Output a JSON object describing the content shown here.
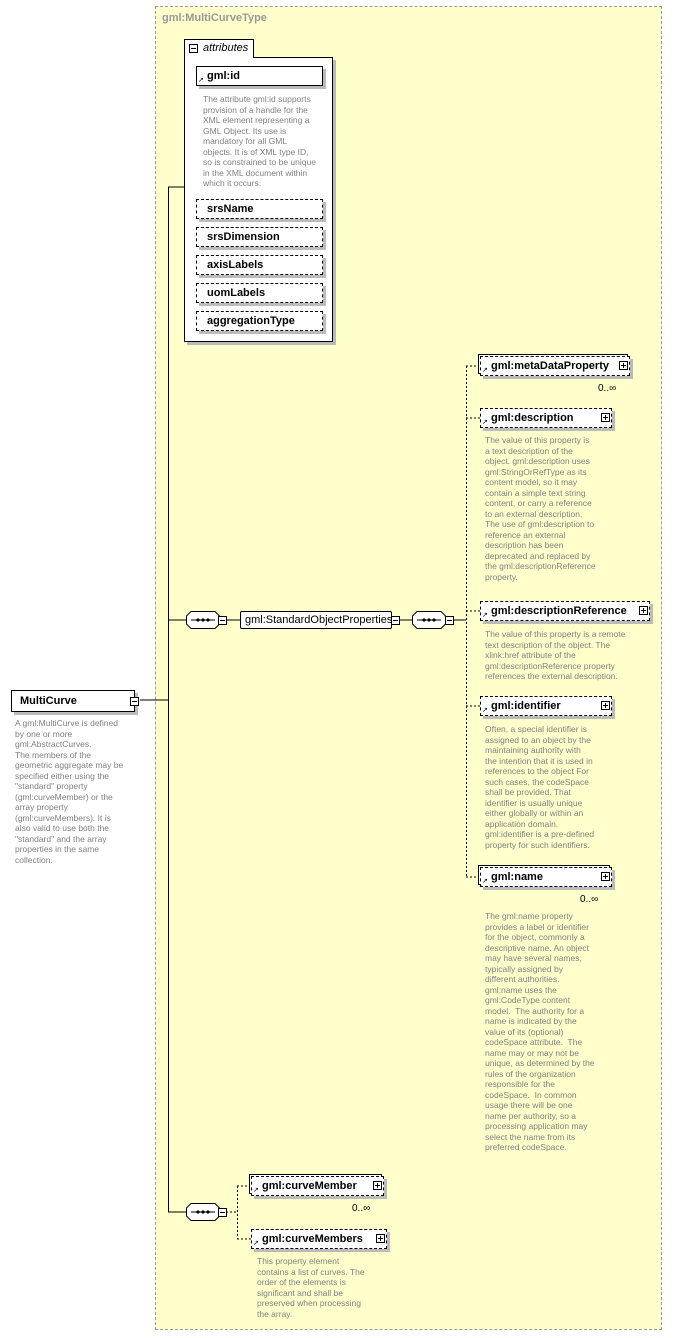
{
  "type_name": "gml:MultiCurveType",
  "attributes_label": "attributes",
  "attributes": [
    {
      "name": "gml:id",
      "doc": "The attribute gml:id supports\nprovision of a handle for the\nXML element representing a\nGML Object. Its use is\nmandatory for all GML\nobjects. It is of XML type ID,\nso is constrained to be unique\nin the XML document within\nwhich it occurs."
    },
    {
      "name": "srsName"
    },
    {
      "name": "srsDimension"
    },
    {
      "name": "axisLabels"
    },
    {
      "name": "uomLabels"
    },
    {
      "name": "aggregationType"
    }
  ],
  "root": {
    "name": "MultiCurve",
    "doc": "A gml:MultiCurve is defined\nby one or more\ngml:AbstractCurves.\nThe members of the\ngeometric aggregate may be\nspecified either using the\n\"standard\" property\n(gml:curveMember) or the\narray property\n(gml:curveMembers). It is\nalso valid to use both the\n\"standard\" and the array\nproperties in the same\ncollection."
  },
  "group": {
    "name": "gml:StandardObjectProperties"
  },
  "group_elements": [
    {
      "name": "gml:metaDataProperty",
      "card": "0..∞"
    },
    {
      "name": "gml:description",
      "doc": "The value of this property is\na text description of the\nobject. gml:description uses\ngml:StringOrRefType as its\ncontent model, so it may\ncontain a simple text string\ncontent, or carry a reference\nto an external description.\nThe use of gml:description to\nreference an external\ndescription has been\ndeprecated and replaced by\nthe gml:descriptionReference\nproperty."
    },
    {
      "name": "gml:descriptionReference",
      "doc": "The value of this property is a remote\ntext description of the object. The\nxlink:href attribute of the\ngml:descriptionReference property\nreferences the external description."
    },
    {
      "name": "gml:identifier",
      "doc": "Often, a special identifier is\nassigned to an object by the\nmaintaining authority with\nthe intention that it is used in\nreferences to the object For\nsuch cases, the codeSpace\nshall be provided. That\nidentifier is usually unique\neither globally or within an\napplication domain.\ngml:identifier is a pre-defined\nproperty for such identifiers."
    },
    {
      "name": "gml:name",
      "card": "0..∞",
      "doc": "The gml:name property\nprovides a label or identifier\nfor the object, commonly a\ndescriptive name. An object\nmay have several names,\ntypically assigned by\ndifferent authorities.\ngml:name uses the\ngml:CodeType content\nmodel.  The authority for a\nname is indicated by the\nvalue of its (optional)\ncodeSpace attribute.  The\nname may or may not be\nunique, as determined by the\nrules of the organization\nresponsible for the\ncodeSpace.  In common\nusage there will be one\nname per authority, so a\nprocessing application may\nselect the name from its\npreferred codeSpace."
    }
  ],
  "choice_elements": [
    {
      "name": "gml:curveMember",
      "card": "0..∞"
    },
    {
      "name": "gml:curveMembers",
      "doc": "This property element\ncontains a list of curves. The\norder of the elements is\nsignificant and shall be\npreserved when processing\nthe array."
    }
  ]
}
